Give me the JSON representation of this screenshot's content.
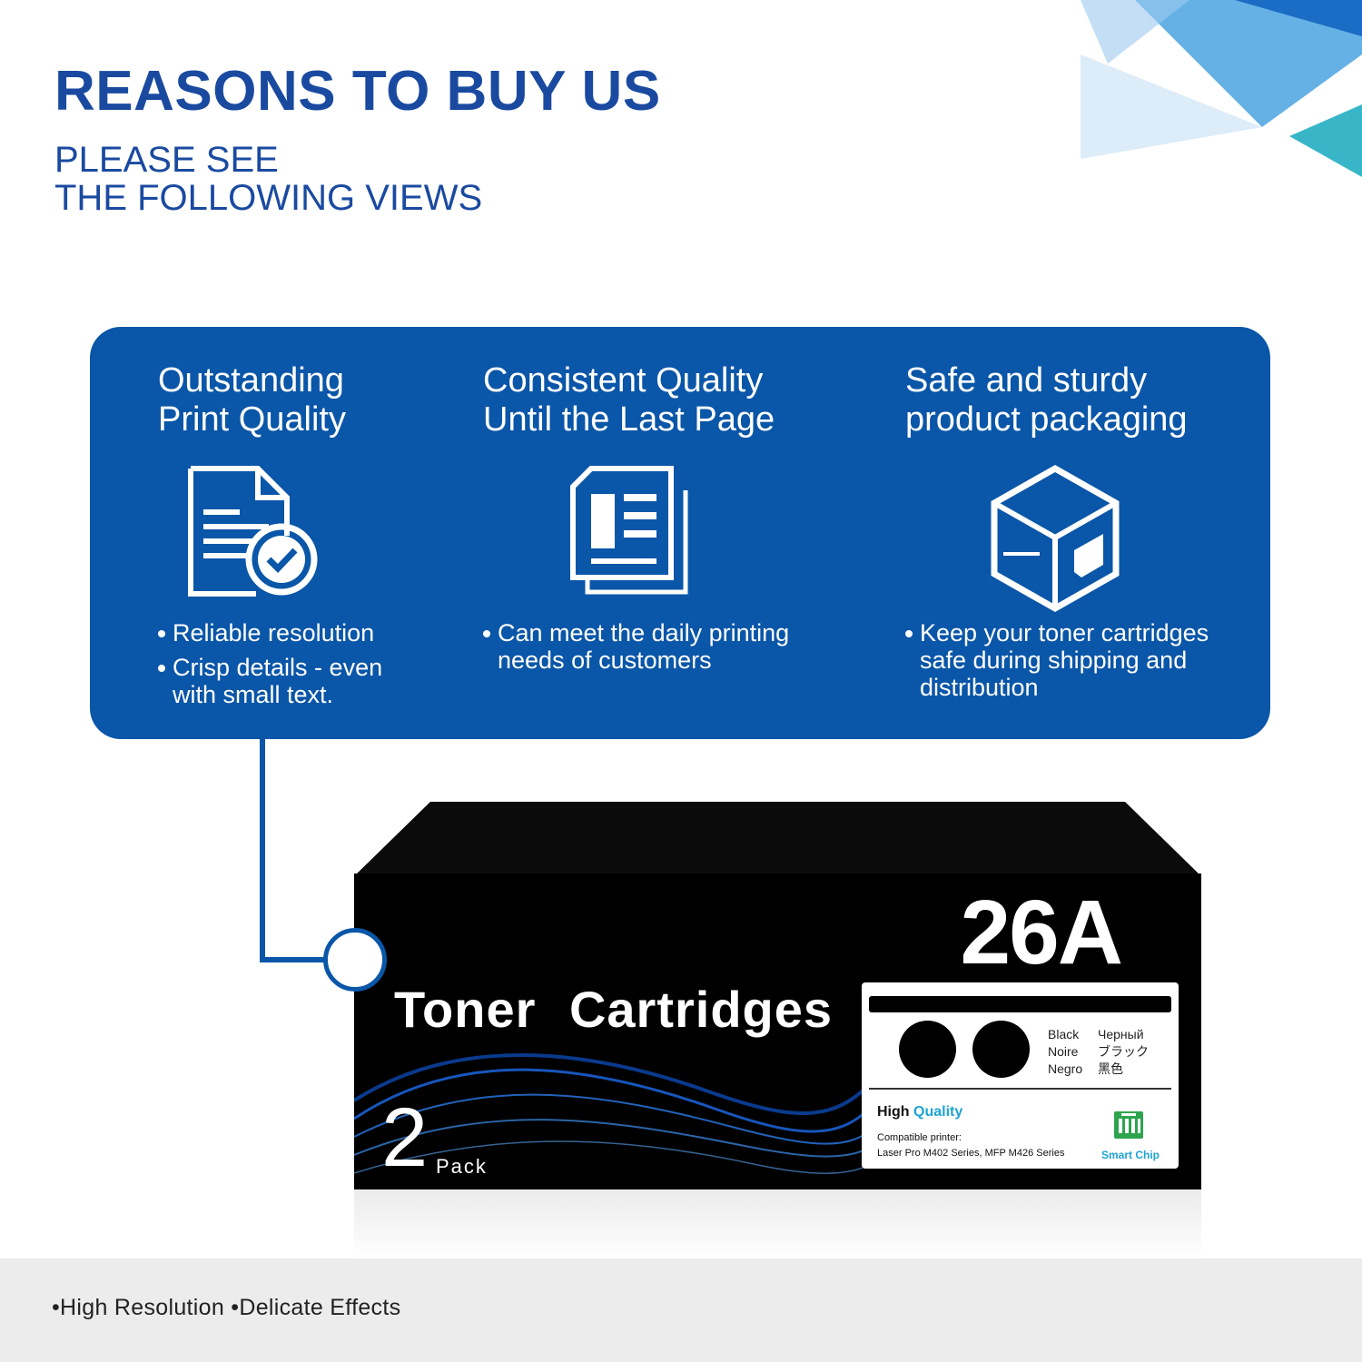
{
  "header": {
    "title": "REASONS TO BUY US",
    "subtitle_line1": "PLEASE SEE",
    "subtitle_line2": "THE FOLLOWING VIEWS"
  },
  "features": [
    {
      "title_line1": "Outstanding",
      "title_line2": "Print Quality",
      "icon": "document-check-icon",
      "bullets": [
        {
          "line1": "Reliable resolution",
          "line2": ""
        },
        {
          "line1": "Crisp details - even",
          "line2": "with small text."
        }
      ]
    },
    {
      "title_line1": "Consistent Quality",
      "title_line2": "Until the Last Page",
      "icon": "stacked-pages-icon",
      "bullets": [
        {
          "line1": "Can meet the daily printing",
          "line2": "needs of customers"
        }
      ]
    },
    {
      "title_line1": "Safe and sturdy",
      "title_line2": "product packaging",
      "icon": "package-box-icon",
      "bullets": [
        {
          "line1": "Keep your toner cartridges",
          "line2": "safe during shipping and",
          "line3": "distribution"
        }
      ]
    }
  ],
  "product": {
    "model": "26A",
    "name": "Toner Cartridges",
    "count": "2",
    "pack": "Pack",
    "colors": [
      "Black",
      "Noire",
      "Negro"
    ],
    "colors_alt": [
      "Черный",
      "ブラック",
      "黑色"
    ],
    "quality_word1": "High",
    "quality_word2": "Quality",
    "compatible_title": "Compatible printer:",
    "compatible_value": "Laser Pro M402 Series, MFP M426 Series",
    "chip_label": "Smart Chip"
  },
  "footer": {
    "text": "•High Resolution •Delicate Effects"
  },
  "theme": {
    "accent": "#0a56a8",
    "title_color": "#1a4aa0",
    "highlight": "#1da3d6"
  }
}
